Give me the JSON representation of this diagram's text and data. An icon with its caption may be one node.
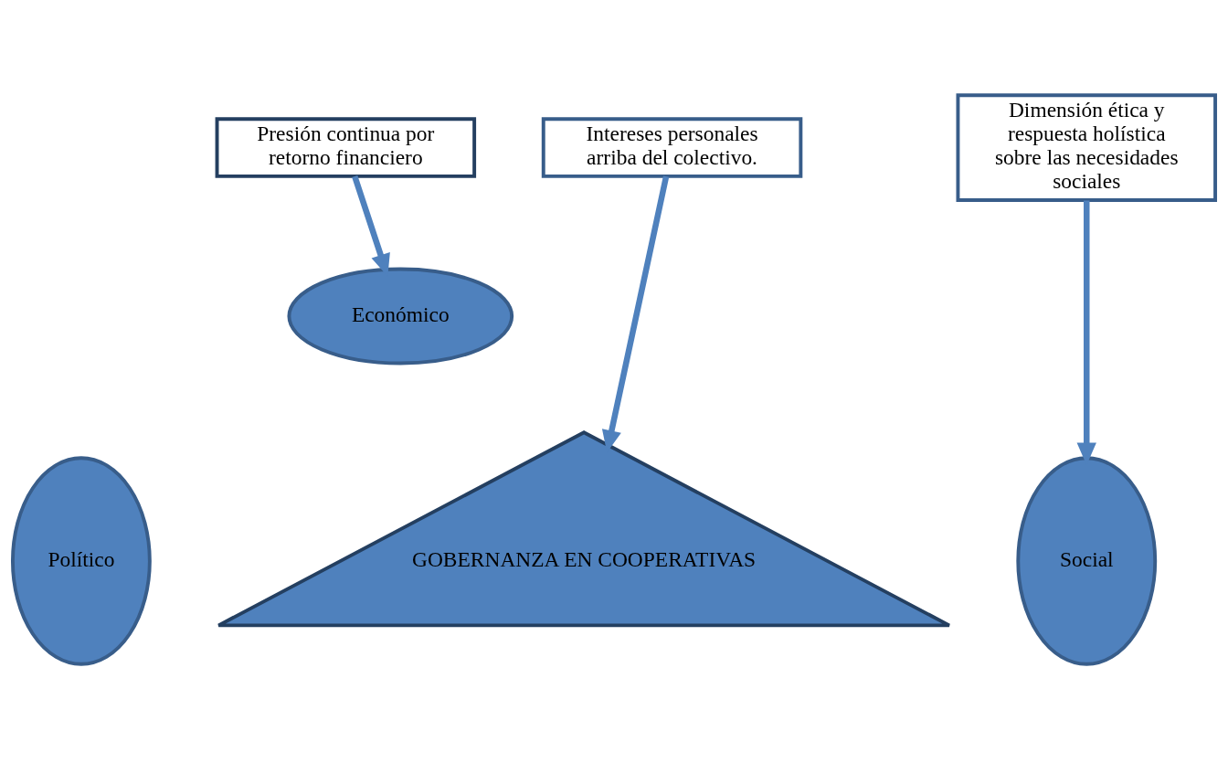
{
  "diagram": {
    "nodes": [
      {
        "text": [
          "Presión continua por retorno financiero"
        ]
      },
      {
        "text": [
          "Intereses personales arriba del colectivo."
        ]
      },
      {
        "text": [
          "Dimensión ética y respuesta holística sobre las necesidades sociales"
        ]
      },
      {
        "text": [
          "GOBERNANZA EN COOPERATIVAS"
        ]
      },
      {
        "text": [
          "Económico"
        ]
      },
      {
        "text": [
          "Político"
        ]
      },
      {
        "text": [
          "Social"
        ]
      }
    ],
    "edges": [
      {
        "from": 0,
        "to": 4,
        "arrow": "to"
      },
      {
        "from": 1,
        "to": 3,
        "arrow": "to"
      },
      {
        "from": 2,
        "to": 6,
        "arrow": "to"
      }
    ]
  }
}
